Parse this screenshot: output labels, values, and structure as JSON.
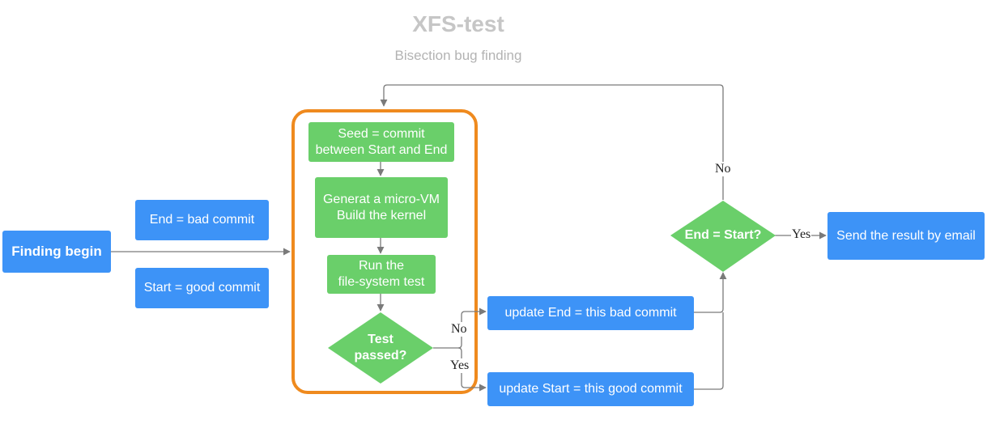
{
  "header": {
    "title": "XFS-test",
    "subtitle": "Bisection bug finding"
  },
  "nodes": {
    "finding_begin": "Finding begin",
    "end_bad": "End = bad commit",
    "start_good": "Start = good commit",
    "seed": "Seed = commit\nbetween Start and End",
    "micro_vm": "Generat a micro-VM\nBuild the kernel",
    "run_test": "Run the\nfile-system test",
    "test_passed": "Test\npassed?",
    "update_end": "update End = this bad commit",
    "update_start": "update Start = this good commit",
    "end_eq_start": "End = Start?",
    "send_result": "Send the result by email"
  },
  "edge_labels": {
    "test_no": "No",
    "test_yes": "Yes",
    "loop_no": "No",
    "done_yes": "Yes"
  },
  "colors": {
    "process_blue": "#3d93f7",
    "step_green": "#6acf6a",
    "loop_frame_orange": "#ef8a1e",
    "connector_gray": "#7a7a7a"
  }
}
